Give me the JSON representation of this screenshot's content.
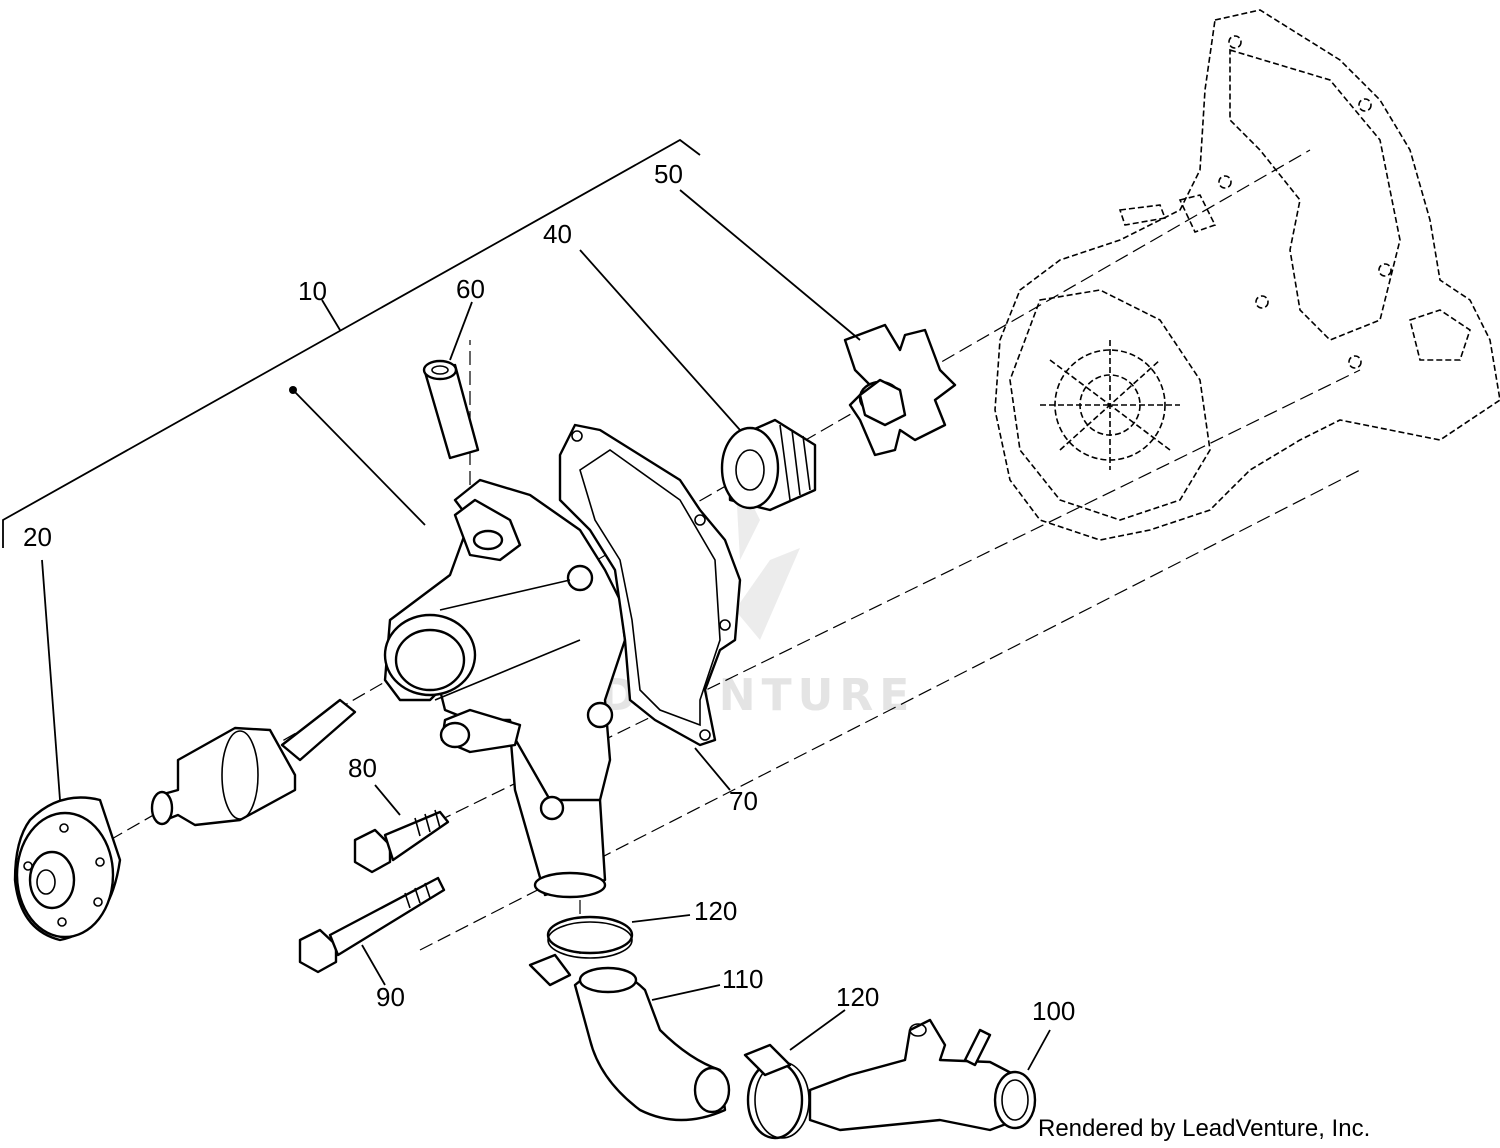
{
  "callouts": [
    {
      "id": "10",
      "label": "10"
    },
    {
      "id": "20",
      "label": "20"
    },
    {
      "id": "40",
      "label": "40"
    },
    {
      "id": "50",
      "label": "50"
    },
    {
      "id": "60",
      "label": "60"
    },
    {
      "id": "70",
      "label": "70"
    },
    {
      "id": "80",
      "label": "80"
    },
    {
      "id": "90",
      "label": "90"
    },
    {
      "id": "100",
      "label": "100"
    },
    {
      "id": "110",
      "label": "110"
    },
    {
      "id": "120a",
      "label": "120"
    },
    {
      "id": "120b",
      "label": "120"
    }
  ],
  "credit": "Rendered by LeadVenture, Inc.",
  "watermark": "LEADVENTURE"
}
